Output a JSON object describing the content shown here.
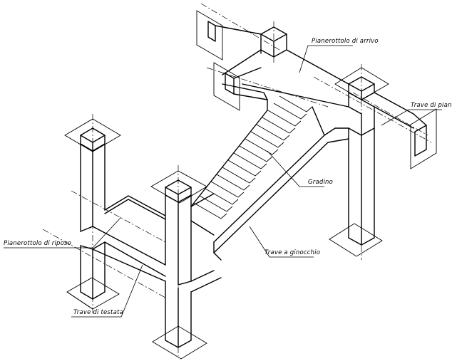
{
  "labels": {
    "pianerottolo_arrivo": "Pianerottolo di arrivo",
    "trave_piano": "Trave di piano",
    "gradino": "Gradino",
    "trave_ginocchio": "Trave a ginocchio",
    "pianerottolo_riposo": "Pianerottolo di riposo",
    "trave_testata": "Trave di testata"
  },
  "colors": {
    "line": "#000000",
    "background": "#ffffff"
  }
}
